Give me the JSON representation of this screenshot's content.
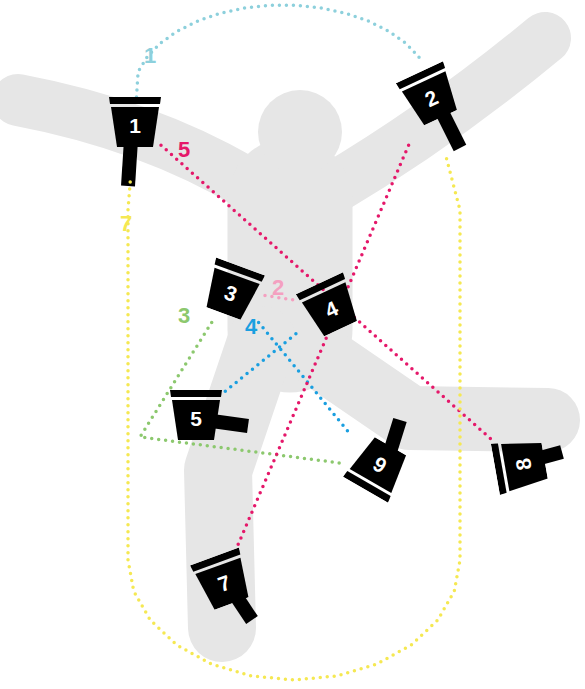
{
  "diagram": {
    "nodes": [
      {
        "text": [
          "1"
        ]
      },
      {
        "text": [
          "2"
        ]
      },
      {
        "text": [
          "3"
        ]
      },
      {
        "text": [
          "4"
        ]
      },
      {
        "text": [
          "5"
        ]
      },
      {
        "text": [
          "6"
        ]
      },
      {
        "text": [
          "7"
        ]
      },
      {
        "text": [
          "8"
        ]
      }
    ],
    "edges": [
      {
        "from": 0,
        "to": 1,
        "label": "1",
        "arrow": "none"
      },
      {
        "from": 2,
        "to": 3,
        "label": "2",
        "arrow": "none"
      },
      {
        "from": 2,
        "to": 5,
        "label": "3",
        "arrow": "none"
      },
      {
        "from": 2,
        "to": 5,
        "label": "4",
        "arrow": "none"
      },
      {
        "from": 3,
        "to": 4,
        "arrow": "none"
      },
      {
        "from": 0,
        "to": 7,
        "label": "5",
        "arrow": "none"
      },
      {
        "from": 1,
        "to": 6,
        "arrow": "none"
      },
      {
        "from": 0,
        "to": 1,
        "label": "7",
        "arrow": "none"
      }
    ]
  }
}
